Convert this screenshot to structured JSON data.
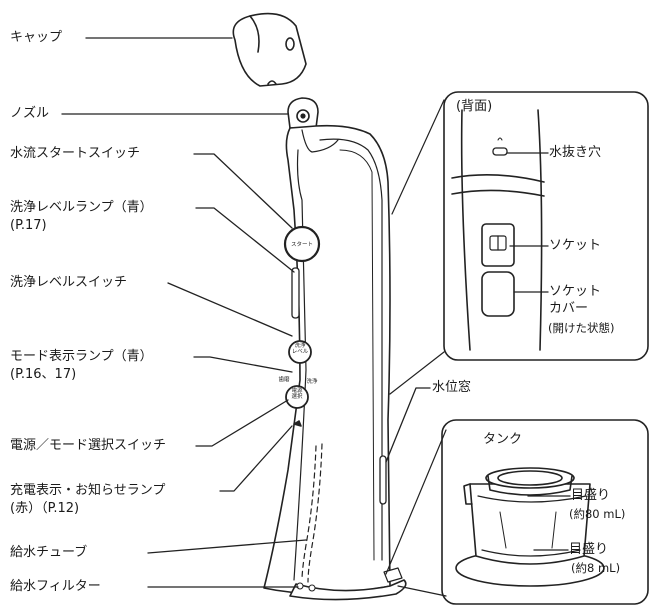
{
  "labels": {
    "cap": "キャップ",
    "nozzle": "ノズル",
    "water_start_switch": "水流スタートスイッチ",
    "wash_level_lamp": "洗浄レベルランプ（青）",
    "wash_level_lamp_ref": "(P.17)",
    "wash_level_switch": "洗浄レベルスイッチ",
    "mode_lamp": "モード表示ランプ（青）",
    "mode_lamp_ref": "(P.16、17)",
    "power_mode_switch": "電源／モード選択スイッチ",
    "charge_lamp": "充電表示・お知らせランプ",
    "charge_lamp_ref": "(赤）（P.12)",
    "water_tube": "給水チューブ",
    "water_filter": "給水フィルター",
    "water_window": "水位窓"
  },
  "back_panel": {
    "title": "(背面)",
    "drain_hole": "水抜き穴",
    "socket": "ソケット",
    "socket_cover": "ソケット",
    "socket_cover_2": "カバー",
    "socket_cover_state": "(開けた状態)"
  },
  "tank_panel": {
    "title": "タンク",
    "mark_80": "目盛り",
    "mark_80_val": "(約80 mL)",
    "mark_8": "目盛り",
    "mark_8_val": "(約8 mL)"
  },
  "device_text": {
    "start": "スタート",
    "wash_level": "洗浄\nレベル",
    "power_select": "電源\n選択",
    "mode_a": "歯磨",
    "mode_b": "洗浄"
  }
}
